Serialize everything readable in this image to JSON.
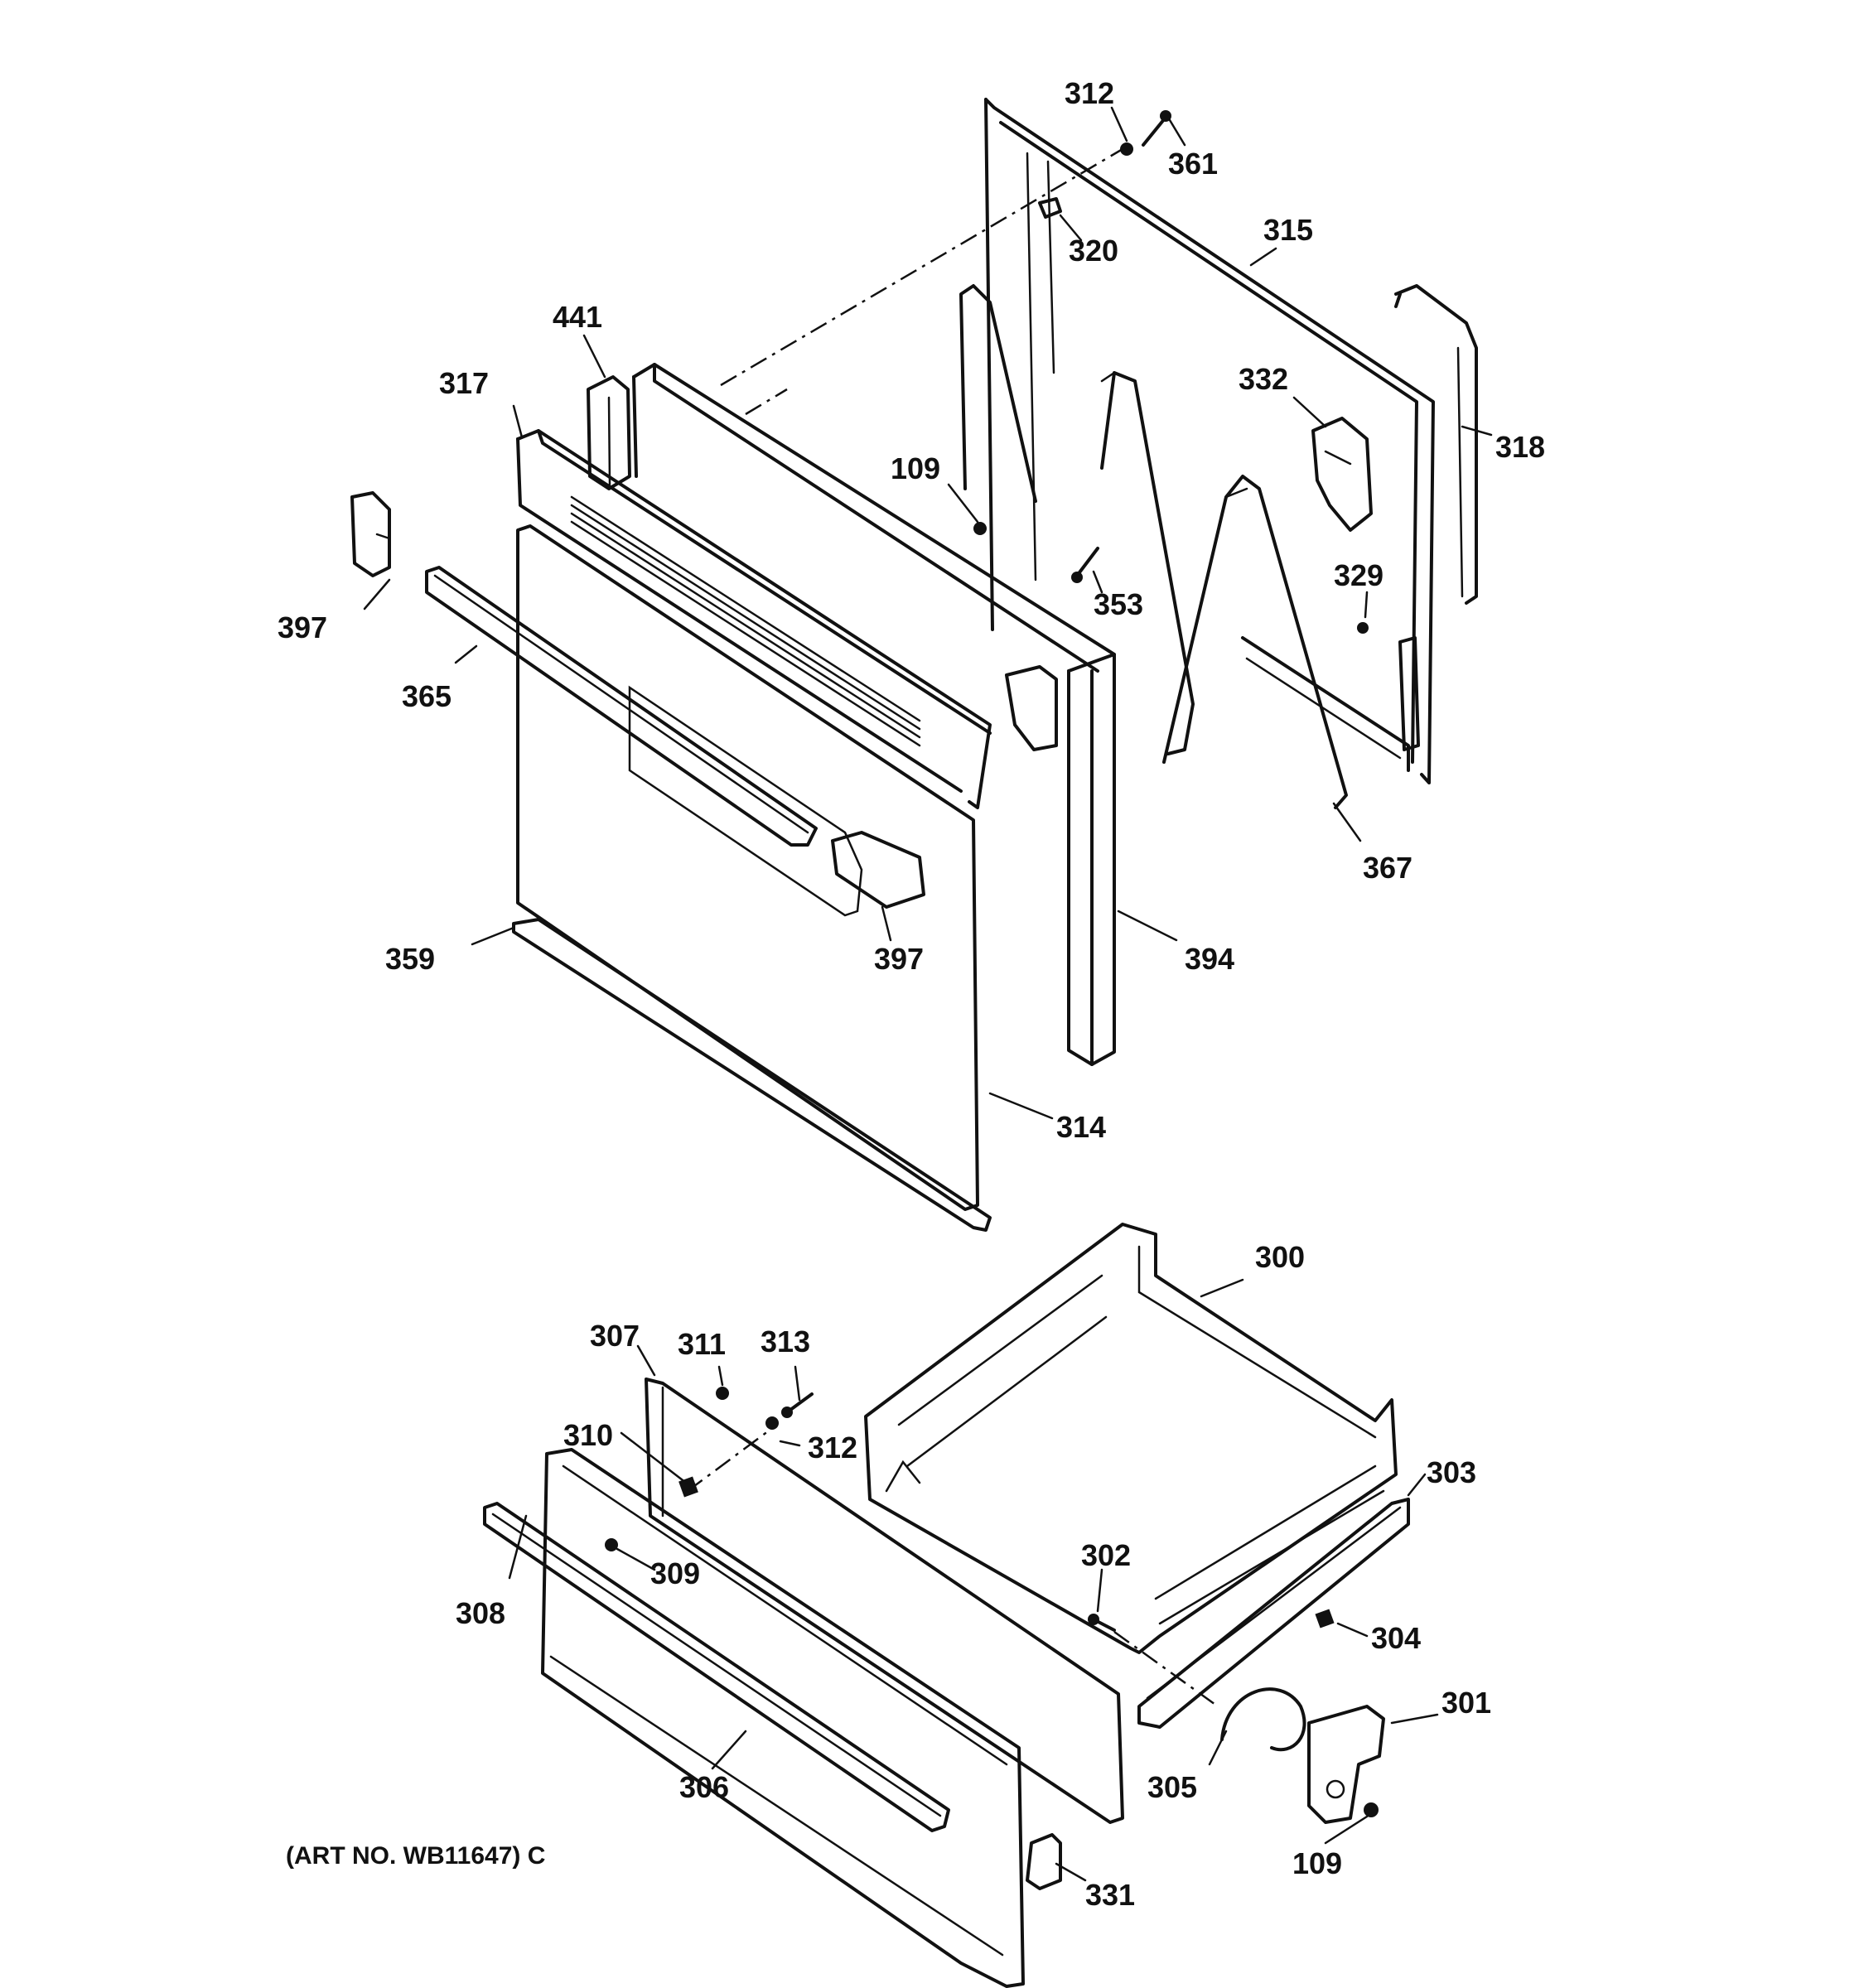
{
  "parts": {
    "p312a": "312",
    "p361": "361",
    "p320": "320",
    "p315": "315",
    "p441": "441",
    "p317": "317",
    "p332": "332",
    "p318": "318",
    "p109a": "109",
    "p397a": "397",
    "p353": "353",
    "p329": "329",
    "p365": "365",
    "p367": "367",
    "p397b": "397",
    "p359": "359",
    "p394": "394",
    "p314": "314",
    "p300": "300",
    "p307": "307",
    "p311": "311",
    "p313": "313",
    "p310": "310",
    "p312b": "312",
    "p303": "303",
    "p302": "302",
    "p309": "309",
    "p308": "308",
    "p304": "304",
    "p301": "301",
    "p305": "305",
    "p306": "306",
    "p109b": "109",
    "p331": "331"
  },
  "art_number": "(ART NO. WB11647) C"
}
